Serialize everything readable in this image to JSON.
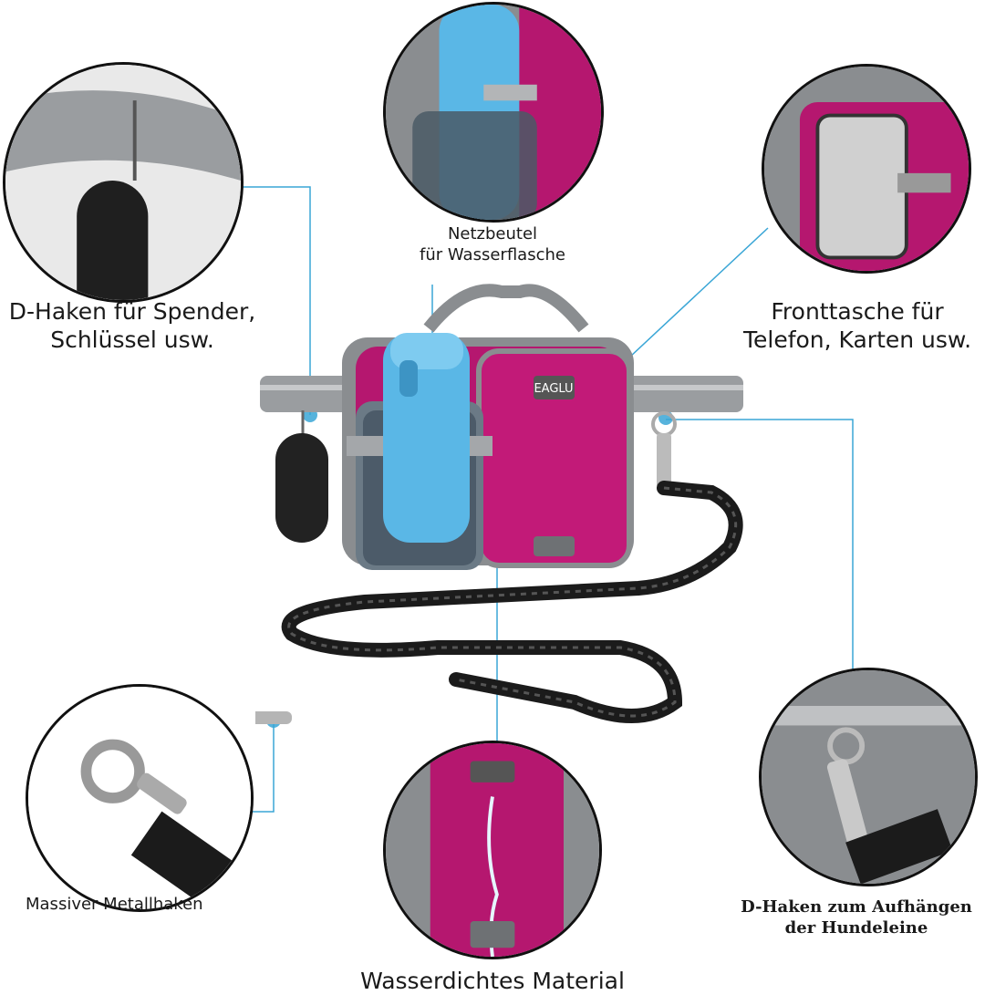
{
  "labels": {
    "dhaken_line1": "D-Haken für Spender,",
    "dhaken_line2": "Schlüssel usw.",
    "netz_line1": "Netzbeutel",
    "netz_line2": "für Wasserflasche",
    "front_line1": "Fronttasche für",
    "front_line2": "Telefon, Karten usw.",
    "metall": "Massiver Metallhaken",
    "hunde_line1": "D-Haken zum Aufhängen",
    "hunde_line2": "der Hundeleine",
    "wasser": "Wasserdichtes Material"
  },
  "brand": {
    "logo_text": "EAGLU"
  },
  "colors": {
    "accent_line": "#3aa6d6",
    "bag_pink": "#b5176f",
    "bag_gray": "#8a8d90",
    "bottle_blue": "#5ab7e6",
    "leash_black": "#1b1b1b"
  },
  "icons": [
    "poop-bag-dispenser-icon",
    "water-bottle-icon",
    "phone-icon",
    "metal-hook-icon",
    "d-ring-icon"
  ]
}
